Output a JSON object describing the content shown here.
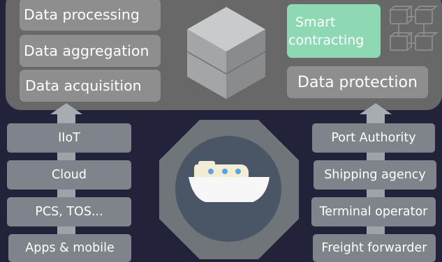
{
  "platform": {
    "left_tiles": [
      "Data processing",
      "Data aggregation",
      "Data acquisition"
    ],
    "smart_contracting": [
      "Smart",
      "contracting"
    ],
    "data_protection": "Data protection"
  },
  "left_stack": [
    "IIoT",
    "Cloud",
    "PCS, TOS...",
    "Apps & mobile"
  ],
  "right_stack": [
    "Port Authority",
    "Shipping agency",
    "Terminal operator",
    "Freight forwarder"
  ],
  "icons": {
    "center_block": "cube-icon",
    "blockchain": "blockchain-network-icon",
    "vessel": "ship-icon"
  },
  "colors": {
    "background": "#22233a",
    "panel": "#686868",
    "tile": "#8e8e8e",
    "smart_tile": "#8ed9b4",
    "stack_tile": "#7f848a",
    "octagon": "#6f7479",
    "circle": "#4a5566"
  }
}
